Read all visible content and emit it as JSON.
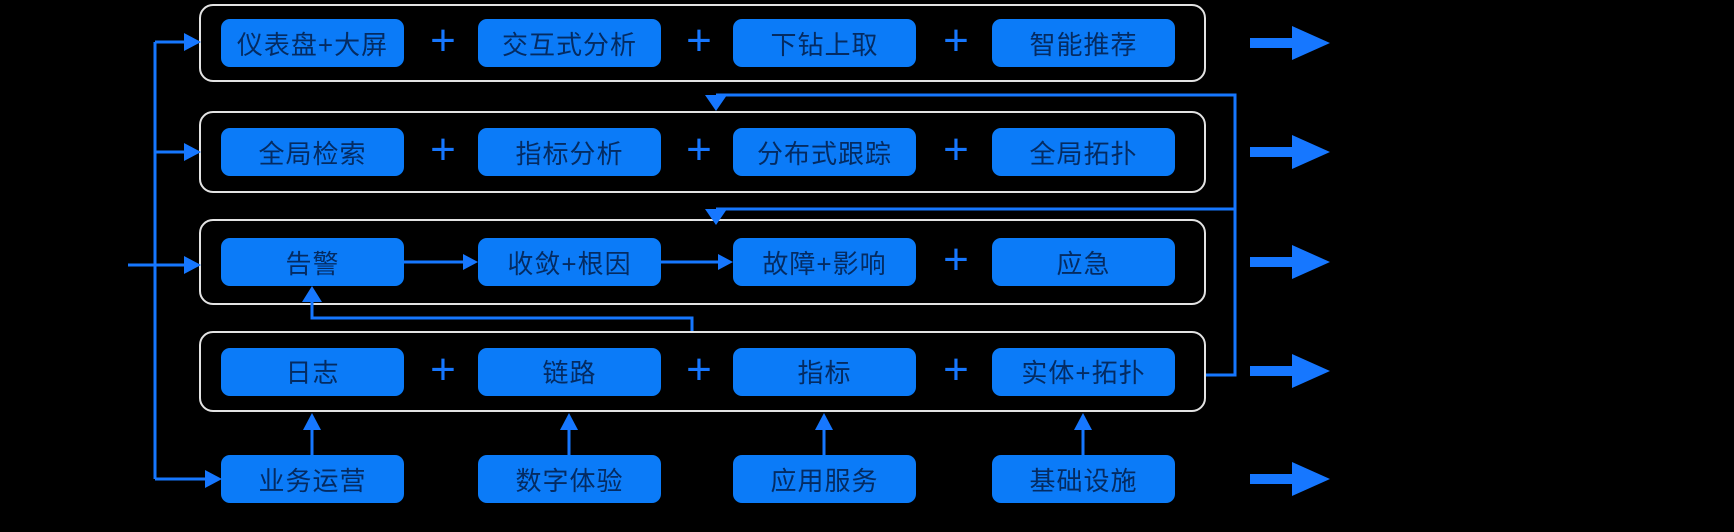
{
  "diagram": {
    "colors": {
      "background": "#000000",
      "node_fill": "#0b7bf8",
      "connector_blue": "#1677ff",
      "container_border": "#e3e3e3"
    },
    "layers": [
      {
        "items": [
          "仪表盘+大屏",
          "交互式分析",
          "下钻上取",
          "智能推荐"
        ],
        "separators": [
          "+",
          "+",
          "+"
        ]
      },
      {
        "items": [
          "全局检索",
          "指标分析",
          "分布式跟踪",
          "全局拓扑"
        ],
        "separators": [
          "+",
          "+",
          "+"
        ]
      },
      {
        "items": [
          "告警",
          "收敛+根因",
          "故障+影响",
          "应急"
        ],
        "separators": [
          "→",
          "→",
          "+"
        ]
      },
      {
        "items": [
          "日志",
          "链路",
          "指标",
          "实体+拓扑"
        ],
        "separators": [
          "+",
          "+",
          "+"
        ]
      },
      {
        "items": [
          "业务运营",
          "数字体验",
          "应用服务",
          "基础设施"
        ],
        "separators": []
      }
    ],
    "icons": {
      "output_arrow": "right-arrow",
      "feedback_down_arrow": "down-arrow",
      "source_up_arrow": "up-arrow",
      "input_arrow": "right-arrow"
    }
  }
}
